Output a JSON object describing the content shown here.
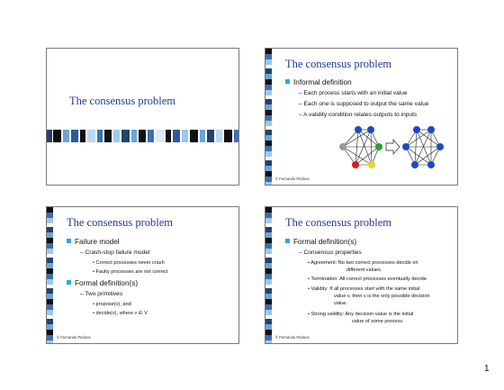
{
  "slides": [
    {
      "title": "The consensus problem"
    },
    {
      "title": "The consensus problem",
      "items": [
        {
          "level": 1,
          "text": "Informal definition"
        },
        {
          "level": 2,
          "text": "– Each process starts with an initial value"
        },
        {
          "level": 2,
          "text": "– Each one is supposed to output the same value"
        },
        {
          "level": 2,
          "text": "– A validity condition relates outputs to inputs"
        }
      ],
      "copyright": "© Fernando Pedone"
    },
    {
      "title": "The consensus problem",
      "items": [
        {
          "level": 1,
          "text": "Failure model"
        },
        {
          "level": 2,
          "text": "– Crash-stop failure model"
        },
        {
          "level": 3,
          "text": "• Correct processes never crash"
        },
        {
          "level": 3,
          "text": "• Faulty processes are not correct"
        },
        {
          "level": 1,
          "text": "Formal definition(s)"
        },
        {
          "level": 2,
          "text": "– Two primitives"
        },
        {
          "level": 3,
          "text": "• propose(v), and"
        },
        {
          "level": 3,
          "text": "• decide(v), where v ∈ V"
        }
      ],
      "copyright": "© Fernando Pedone"
    },
    {
      "title": "The consensus problem",
      "items": [
        {
          "level": 1,
          "text": "Formal definition(s)"
        },
        {
          "level": 2,
          "text": "– Consensus properties"
        },
        {
          "level": 3,
          "text": "• Agreement: No two correct processes decide on"
        },
        {
          "level": 4,
          "text": "different values."
        },
        {
          "level": 3,
          "text": "• Termination: All correct processes eventually decide."
        },
        {
          "level": 3,
          "text": "• Validity: If all processes start with the same initial"
        },
        {
          "level": 4,
          "text": "value v, then v is the only possible decision"
        },
        {
          "level": 4,
          "text": "value."
        },
        {
          "level": 3,
          "text": "• Strong validity: Any decision value is the initial"
        },
        {
          "level": 4,
          "text": "value of some process."
        }
      ],
      "copyright": "© Fernando Pedone"
    }
  ],
  "colors": {
    "title": "#1f3a93",
    "bullet": "#29a9e0",
    "node_blue": "#1f49c4"
  },
  "graph_left_node_colors": [
    "#1f49c4",
    "#2aa02a",
    "#e8d820",
    "#d02020",
    "#9a9a9a",
    "#1f49c4"
  ],
  "page_number": "1"
}
